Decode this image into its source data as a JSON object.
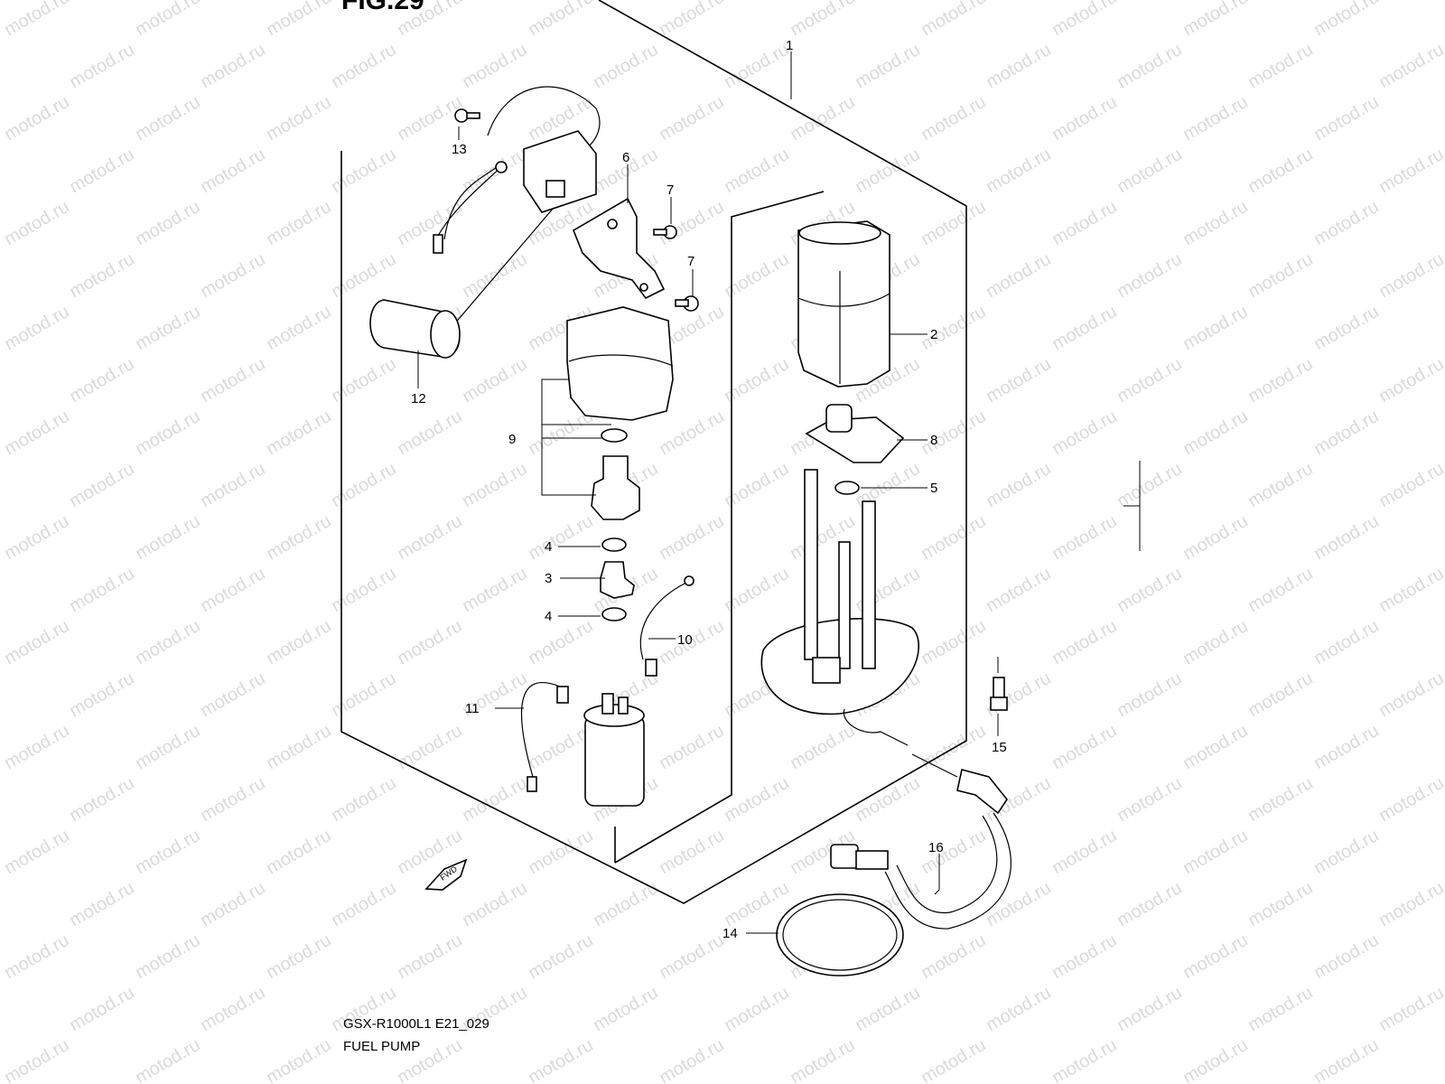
{
  "figure_heading": "FIG.29",
  "model_code": "GSX-R1000L1 E21_029",
  "assembly_title": "FUEL PUMP",
  "direction_mark": "FWD",
  "watermark": "motod.ru",
  "part_labels": {
    "p1": "1",
    "p2": "2",
    "p3": "3",
    "p4a": "4",
    "p4b": "4",
    "p5": "5",
    "p6": "6",
    "p7a": "7",
    "p7b": "7",
    "p8": "8",
    "p9": "9",
    "p10": "10",
    "p11": "11",
    "p12": "12",
    "p13": "13",
    "p14": "14",
    "p15": "15",
    "p16": "16"
  }
}
